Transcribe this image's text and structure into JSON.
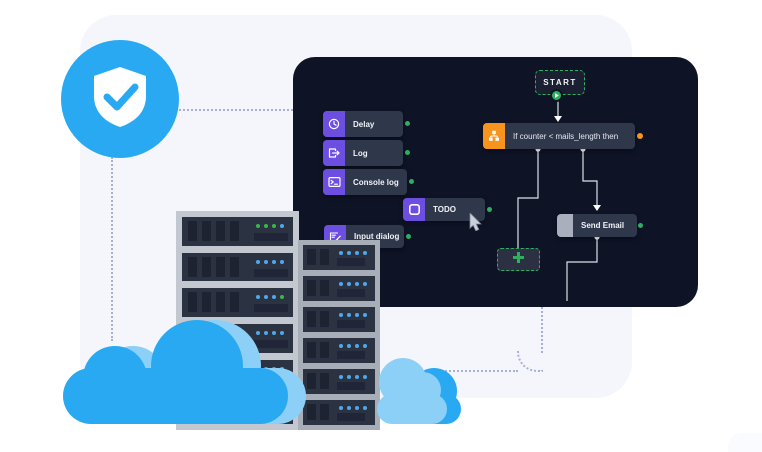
{
  "badge": {
    "icon": "shield-check-icon"
  },
  "editor": {
    "start": {
      "label": "START",
      "icon": "play-icon"
    },
    "palette": [
      {
        "label": "Delay",
        "icon": "clock-icon"
      },
      {
        "label": "Log",
        "icon": "log-export-icon"
      },
      {
        "label": "Console log",
        "icon": "terminal-icon"
      },
      {
        "label": "TODO",
        "icon": "todo-checkbox-icon"
      },
      {
        "label": "Input dialog",
        "icon": "input-dialog-icon"
      }
    ],
    "condition": {
      "label": "If counter < mails_length then",
      "icon": "branch-icon"
    },
    "send_email": {
      "label": "Send Email"
    },
    "add_button": {
      "icon": "plus-icon"
    }
  },
  "racks": {
    "front_units_leds": [
      [
        "green",
        "green",
        "green",
        "blue"
      ],
      [
        "blue",
        "blue",
        "blue",
        "blue"
      ],
      [
        "blue",
        "blue",
        "blue",
        "green"
      ],
      [
        "blue",
        "blue",
        "blue",
        "blue"
      ],
      [
        "blue",
        "blue",
        "blue",
        "blue"
      ],
      [
        "blue",
        "blue",
        "blue",
        "blue"
      ]
    ],
    "back_units_leds": [
      [
        "blue",
        "blue",
        "blue",
        "blue"
      ],
      [
        "blue",
        "blue",
        "blue",
        "blue"
      ],
      [
        "blue",
        "blue",
        "blue",
        "blue"
      ],
      [
        "blue",
        "blue",
        "blue",
        "blue"
      ],
      [
        "blue",
        "blue",
        "blue",
        "blue"
      ],
      [
        "blue",
        "blue",
        "blue",
        "blue"
      ]
    ]
  },
  "colors": {
    "accent_blue": "#29A9F2",
    "light_blue": "#8CD0F8",
    "panel_bg": "#0E1326",
    "node_bg": "#2F374B",
    "node_icon_purple": "#6C4EE0",
    "condition_orange": "#F7941E",
    "success_green": "#2EAE5E",
    "card_bg": "#F4F6FB",
    "dotted_line": "#A9B0D8"
  }
}
